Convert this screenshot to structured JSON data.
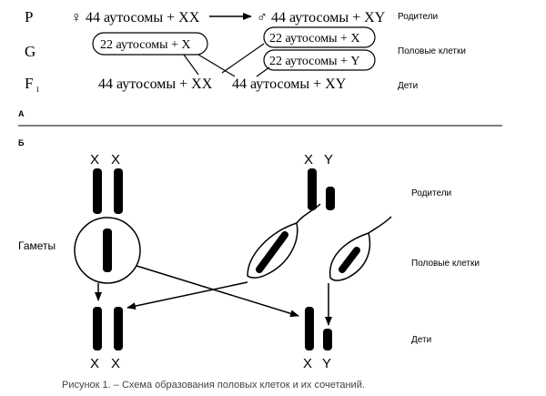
{
  "part_a": {
    "row_labels": {
      "p": "P",
      "g": "G",
      "f": "F",
      "f_sub": "I"
    },
    "parent_female": "♀ 44 аутосомы + XX",
    "parent_male": "♂ 44 аутосомы + XY",
    "gamete_female": "22 аутосомы + X",
    "gamete_male_x": "22 аутосомы + X",
    "gamete_male_y": "22 аутосомы + Y",
    "child_female": "44 аутосомы + XX",
    "child_male": "44 аутосомы + XY",
    "side_labels": {
      "parents": "Родители",
      "gametes": "Половые клетки",
      "children": "Дети"
    },
    "panel_label": "А"
  },
  "part_b": {
    "panel_label": "Б",
    "female_letters": [
      "X",
      "X"
    ],
    "male_letters": [
      "X",
      "Y"
    ],
    "gametes_label": "Гаметы",
    "child_female_letters": [
      "X",
      "X"
    ],
    "child_male_letters": [
      "X",
      "Y"
    ],
    "side_labels": {
      "parents": "Родители",
      "gametes": "Половые клетки",
      "children": "Дети"
    }
  },
  "caption": "Рисунок 1. – Схема образования половых клеток и их сочетаний."
}
